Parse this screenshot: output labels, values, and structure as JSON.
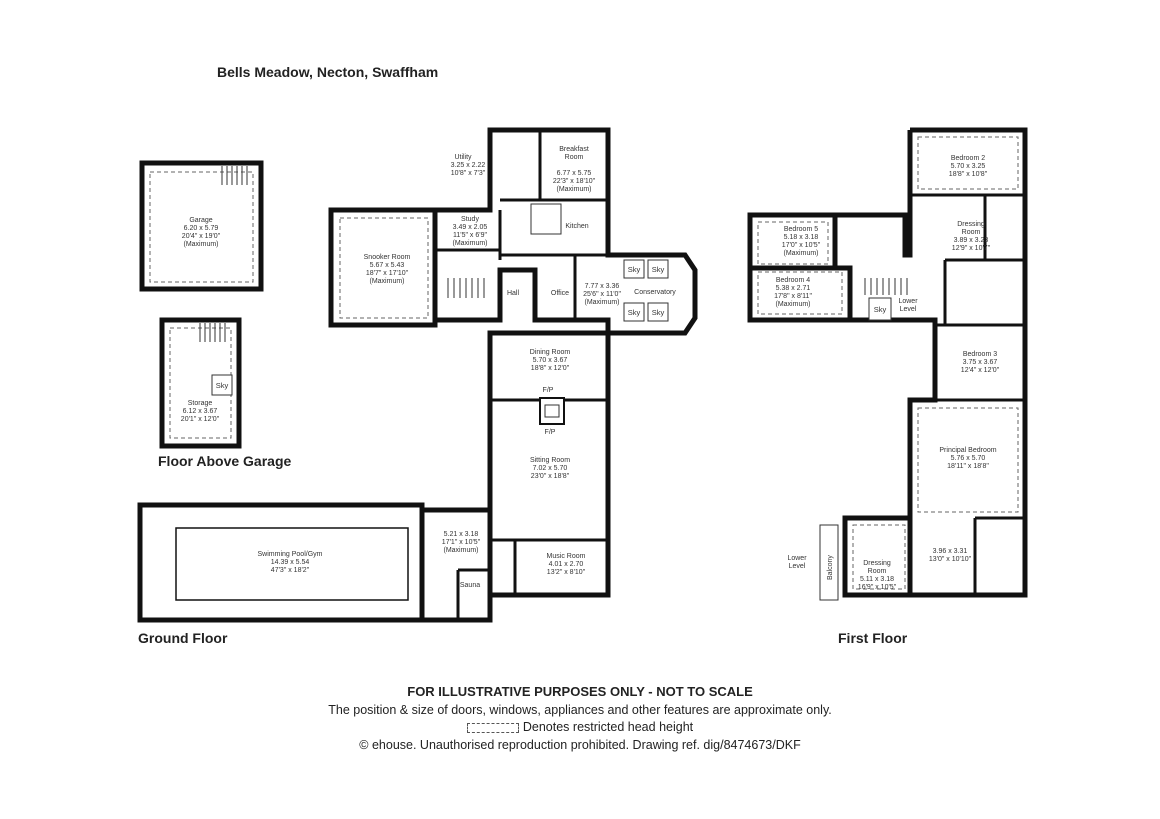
{
  "title": "Bells Meadow, Necton, Swaffham",
  "floors": {
    "above_garage": "Floor Above Garage",
    "ground": "Ground Floor",
    "first": "First Floor"
  },
  "rooms": {
    "garage": [
      "Garage",
      "6.20 x 5.79",
      "20'4\" x 19'0\"",
      "(Maximum)"
    ],
    "storage": [
      "Storage",
      "6.12 x 3.67",
      "20'1\" x 12'0\""
    ],
    "utility": [
      "Utility",
      "3.25 x 2.22",
      "10'8\" x 7'3\""
    ],
    "breakfast": [
      "Breakfast",
      "Room",
      "6.77 x 5.75",
      "22'3\" x 18'10\"",
      "(Maximum)"
    ],
    "study": [
      "Study",
      "3.49 x 2.05",
      "11'5\" x 6'9\"",
      "(Maximum)"
    ],
    "kitchen": [
      "Kitchen"
    ],
    "snooker": [
      "Snooker Room",
      "5.67 x 5.43",
      "18'7\" x 17'10\"",
      "(Maximum)"
    ],
    "hall": [
      "Hall"
    ],
    "office": [
      "Office"
    ],
    "office_dims": [
      "7.77 x 3.36",
      "25'6\" x 11'0\"",
      "(Maximum)"
    ],
    "conservatory": [
      "Conservatory"
    ],
    "dining": [
      "Dining Room",
      "5.70 x 3.67",
      "18'8\" x 12'0\""
    ],
    "sitting": [
      "Sitting Room",
      "7.02 x 5.70",
      "23'0\" x 18'8\""
    ],
    "pool": [
      "Swimming Pool/Gym",
      "14.39 x 5.54",
      "47'3\" x 18'2\""
    ],
    "pool_lobby": [
      "5.21 x 3.18",
      "17'1\" x 10'5\"",
      "(Maximum)"
    ],
    "music": [
      "Music Room",
      "4.01 x 2.70",
      "13'2\" x 8'10\""
    ],
    "sauna": [
      "Sauna"
    ],
    "bedroom2": [
      "Bedroom 2",
      "5.70 x 3.25",
      "18'8\" x 10'8\""
    ],
    "dressing1": [
      "Dressing",
      "Room",
      "3.89 x 3.23",
      "12'9\" x 10'7\""
    ],
    "bedroom5": [
      "Bedroom 5",
      "5.18 x 3.18",
      "17'0\" x 10'5\"",
      "(Maximum)"
    ],
    "bedroom4": [
      "Bedroom 4",
      "5.38 x 2.71",
      "17'8\" x 8'11\"",
      "(Maximum)"
    ],
    "bedroom3": [
      "Bedroom 3",
      "3.75 x 3.67",
      "12'4\" x 12'0\""
    ],
    "principal": [
      "Principal Bedroom",
      "5.76 x 5.70",
      "18'11\" x 18'8\""
    ],
    "dressing2": [
      "Dressing",
      "Room",
      "5.11 x 3.18",
      "16'9\" x 10'5\""
    ],
    "ensuite": [
      "3.96 x 3.31",
      "13'0\" x 10'10\""
    ]
  },
  "labels": {
    "sky": "Sky",
    "fp": "F/P",
    "lower_level": [
      "Lower",
      "Level"
    ],
    "balcony": "Balcony"
  },
  "footer": {
    "line1": "FOR ILLUSTRATIVE PURPOSES ONLY - NOT TO SCALE",
    "line2": "The position & size of doors, windows, appliances and other features are approximate only.",
    "line3": "Denotes restricted head height",
    "line4": "© ehouse. Unauthorised reproduction prohibited. Drawing ref. dig/8474673/DKF"
  }
}
